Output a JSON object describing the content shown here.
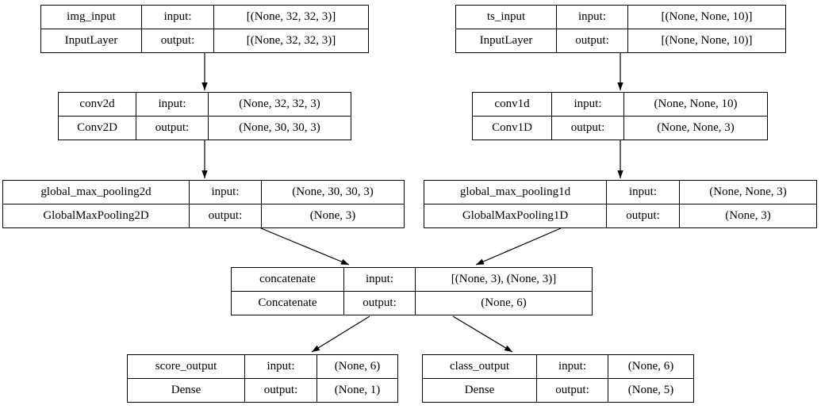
{
  "diagram": {
    "type": "keras-model-architecture-graph",
    "labels": {
      "input": "input:",
      "output": "output:"
    },
    "nodes": [
      {
        "id": "img_input",
        "name": "img_input",
        "layer_type": "InputLayer",
        "input_shape": "[(None, 32, 32, 3)]",
        "output_shape": "[(None, 32, 32, 3)]"
      },
      {
        "id": "ts_input",
        "name": "ts_input",
        "layer_type": "InputLayer",
        "input_shape": "[(None, None, 10)]",
        "output_shape": "[(None, None, 10)]"
      },
      {
        "id": "conv2d",
        "name": "conv2d",
        "layer_type": "Conv2D",
        "input_shape": "(None, 32, 32, 3)",
        "output_shape": "(None, 30, 30, 3)"
      },
      {
        "id": "conv1d",
        "name": "conv1d",
        "layer_type": "Conv1D",
        "input_shape": "(None, None, 10)",
        "output_shape": "(None, None, 3)"
      },
      {
        "id": "global_max_pooling2d",
        "name": "global_max_pooling2d",
        "layer_type": "GlobalMaxPooling2D",
        "input_shape": "(None, 30, 30, 3)",
        "output_shape": "(None, 3)"
      },
      {
        "id": "global_max_pooling1d",
        "name": "global_max_pooling1d",
        "layer_type": "GlobalMaxPooling1D",
        "input_shape": "(None, None, 3)",
        "output_shape": "(None, 3)"
      },
      {
        "id": "concatenate",
        "name": "concatenate",
        "layer_type": "Concatenate",
        "input_shape": "[(None, 3), (None, 3)]",
        "output_shape": "(None, 6)"
      },
      {
        "id": "score_output",
        "name": "score_output",
        "layer_type": "Dense",
        "input_shape": "(None, 6)",
        "output_shape": "(None, 1)"
      },
      {
        "id": "class_output",
        "name": "class_output",
        "layer_type": "Dense",
        "input_shape": "(None, 6)",
        "output_shape": "(None, 5)"
      }
    ],
    "edges": [
      {
        "from": "img_input",
        "to": "conv2d"
      },
      {
        "from": "ts_input",
        "to": "conv1d"
      },
      {
        "from": "conv2d",
        "to": "global_max_pooling2d"
      },
      {
        "from": "conv1d",
        "to": "global_max_pooling1d"
      },
      {
        "from": "global_max_pooling2d",
        "to": "concatenate"
      },
      {
        "from": "global_max_pooling1d",
        "to": "concatenate"
      },
      {
        "from": "concatenate",
        "to": "score_output"
      },
      {
        "from": "concatenate",
        "to": "class_output"
      }
    ],
    "colors": {
      "background": "#ffffff",
      "border": "#000000",
      "text": "#000000",
      "edge": "#000000"
    }
  }
}
